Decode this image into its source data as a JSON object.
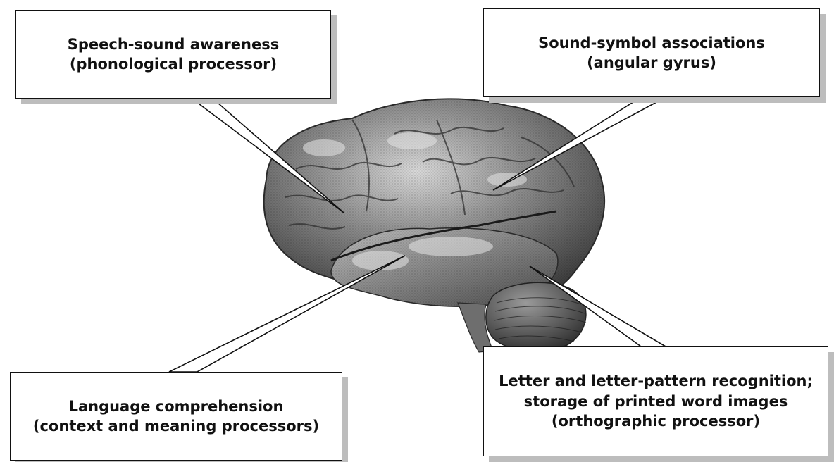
{
  "labels": {
    "speech_sound": {
      "line1": "Speech-sound awareness",
      "line2": "(phonological processor)"
    },
    "sound_symbol": {
      "line1": "Sound-symbol associations",
      "line2": "(angular gyrus)"
    },
    "language": {
      "line1": "Language comprehension",
      "line2": "(context and meaning processors)"
    },
    "letter_pattern": {
      "line1": "Letter and letter-pattern recognition;",
      "line2": "storage of printed word images",
      "line3": "(orthographic processor)"
    }
  },
  "colors": {
    "brain_dark": "#3a3a3a",
    "brain_mid": "#7a7a7a",
    "brain_light": "#c8c8c8",
    "line": "#111111"
  }
}
